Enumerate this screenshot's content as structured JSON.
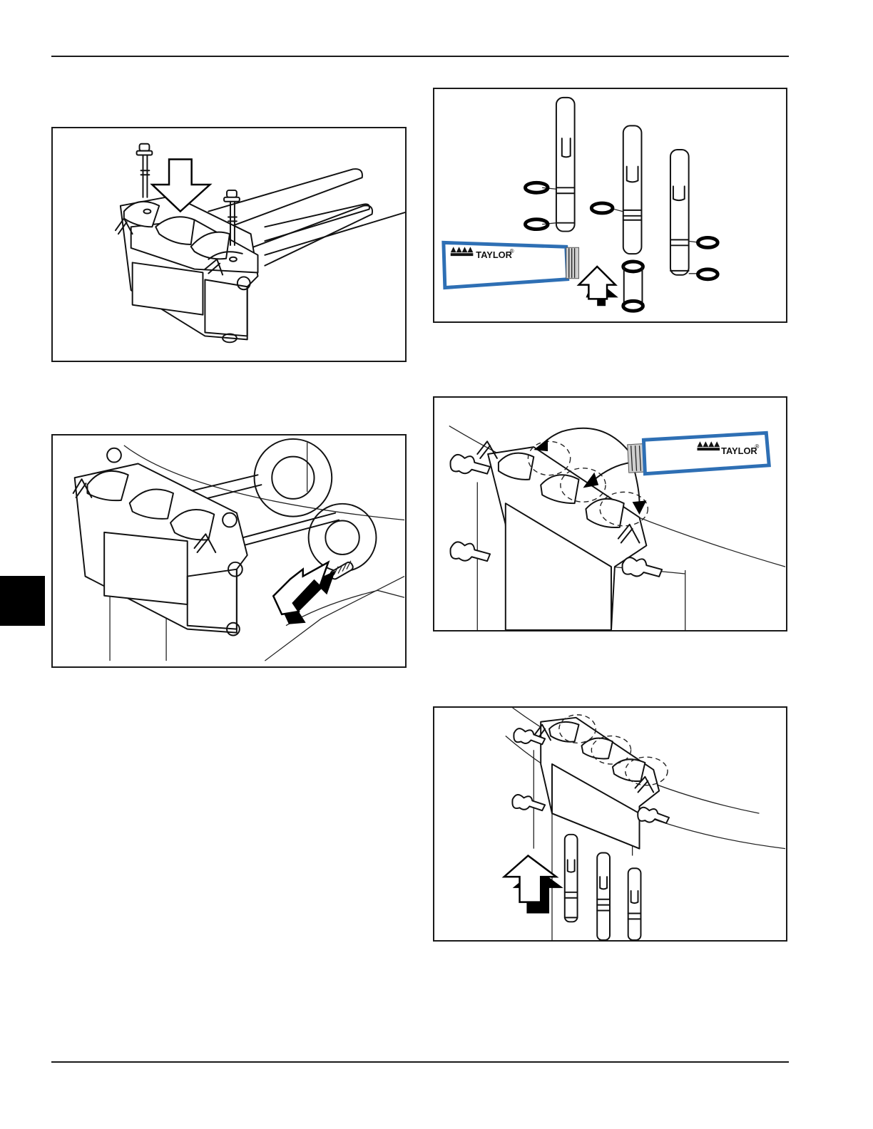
{
  "brand": {
    "tube_label": "TAYLOR",
    "registered_mark": "®"
  },
  "figures": [
    {
      "id": "fig-bolts-install",
      "caption": ""
    },
    {
      "id": "fig-parts-lubricate",
      "caption": ""
    },
    {
      "id": "fig-door-installed",
      "caption": ""
    },
    {
      "id": "fig-door-lubricate",
      "caption": ""
    },
    {
      "id": "fig-draw-valves-install",
      "caption": ""
    }
  ],
  "colors": {
    "line": "#111111",
    "tube_accent": "#2e6fb4",
    "page_background": "#ffffff"
  }
}
